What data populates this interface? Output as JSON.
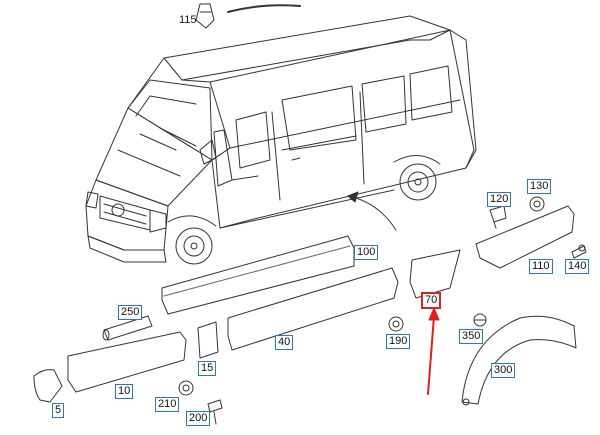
{
  "diagram": {
    "part_numbers": {
      "p115": "115",
      "p120": "120",
      "p130": "130",
      "p100": "100",
      "p110": "110",
      "p140": "140",
      "p70": "70",
      "p250": "250",
      "p190": "190",
      "p350": "350",
      "p40": "40",
      "p15": "15",
      "p300": "300",
      "p10": "10",
      "p210": "210",
      "p5": "5",
      "p200": "200"
    },
    "highlighted_part": "70",
    "colors": {
      "line": "#333333",
      "callout_border": "#2b78b8",
      "highlight": "#e02020"
    }
  }
}
